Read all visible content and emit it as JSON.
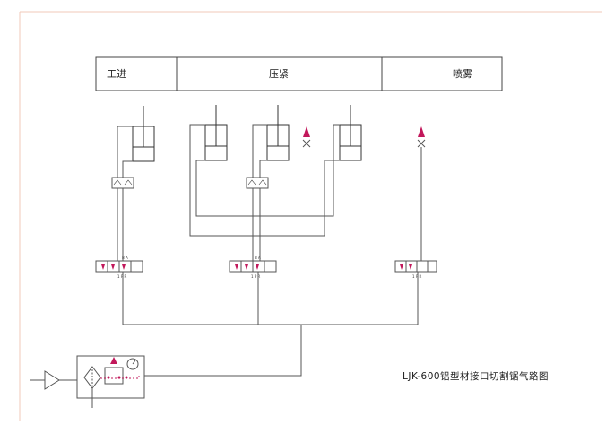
{
  "header": {
    "cells": [
      "工进",
      "压紧",
      "喷雾"
    ]
  },
  "title": "LJK-600铝型材接口切割锯气路图",
  "valve_labels": {
    "ports_top": "B  A",
    "ports_bottom": "1 P R"
  },
  "colors": {
    "frame": "#f0c8b8",
    "line": "#555555",
    "accent": "#c2185b"
  }
}
